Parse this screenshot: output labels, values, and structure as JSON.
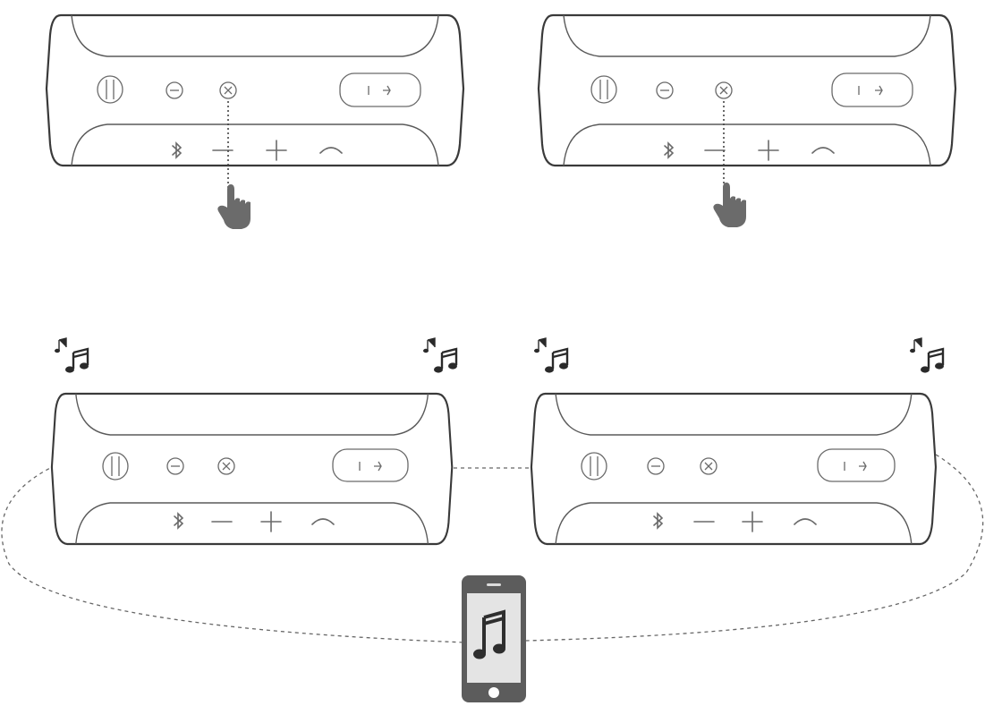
{
  "colors": {
    "outline": "#3a3a3a",
    "control": "#6a6a6a",
    "hand": "#6b6b6b",
    "phone_body": "#5c5c5c",
    "phone_screen": "#e4e4e4"
  },
  "icons": {
    "power": "power-icon",
    "minus_button": "minus-circle-icon",
    "connect_plus": "connect-plus-icon",
    "play_pause": "play-pause-button",
    "bluetooth": "bluetooth-icon",
    "volume_down": "volume-down-icon",
    "volume_up": "volume-up-icon",
    "phone_call": "phone-call-icon",
    "press": "pointing-hand-icon",
    "music": "music-notes-icon",
    "smartphone": "smartphone-icon"
  },
  "panels": [
    {
      "role": "top-left speaker",
      "shows_press": true,
      "playing": false
    },
    {
      "role": "top-right speaker",
      "shows_press": true,
      "playing": false
    },
    {
      "role": "bottom-left speaker",
      "shows_press": false,
      "playing": true
    },
    {
      "role": "bottom-right speaker",
      "shows_press": false,
      "playing": true
    }
  ],
  "links": {
    "speaker_to_speaker": "dashed",
    "speakers_to_phone": "dashed loop"
  }
}
